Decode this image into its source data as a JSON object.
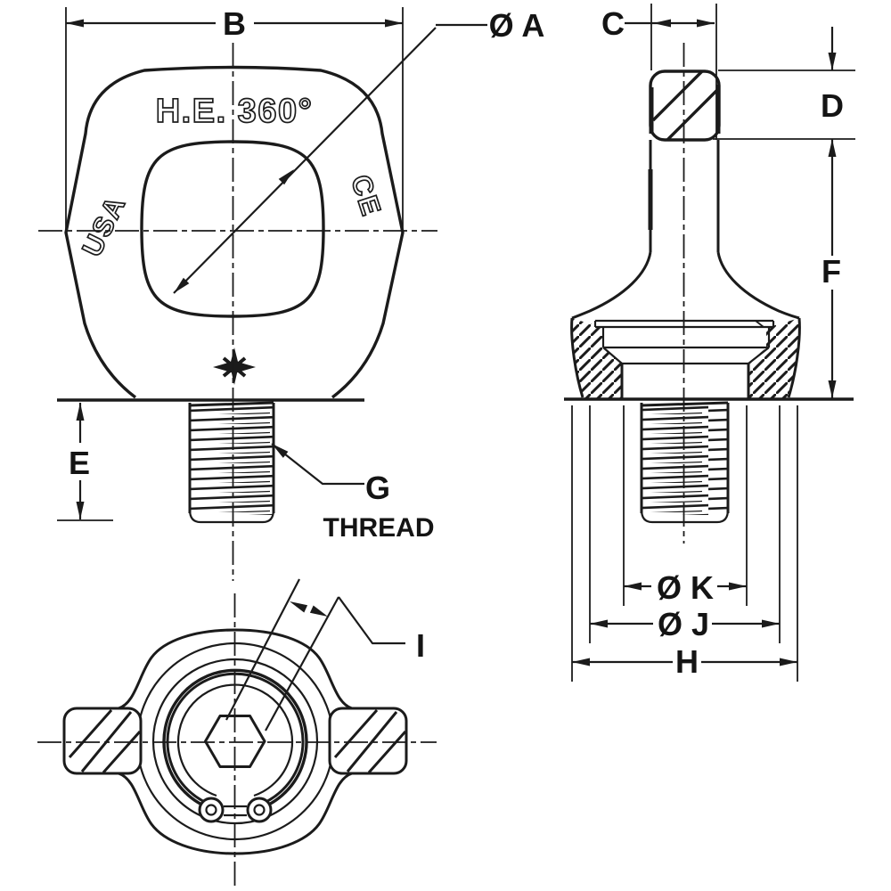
{
  "drawing": {
    "markings": {
      "model": "H.E. 360°",
      "origin": "USA",
      "ce": "CE"
    },
    "dims": {
      "a": "Ø A",
      "b": "B",
      "c": "C",
      "d": "D",
      "e": "E",
      "f": "F",
      "g": "G",
      "h": "H",
      "i": "I",
      "j": "Ø J",
      "k": "Ø K"
    },
    "notes": {
      "thread": "THREAD"
    },
    "colors": {
      "line": "#1b1b1b",
      "background": "#ffffff"
    }
  }
}
